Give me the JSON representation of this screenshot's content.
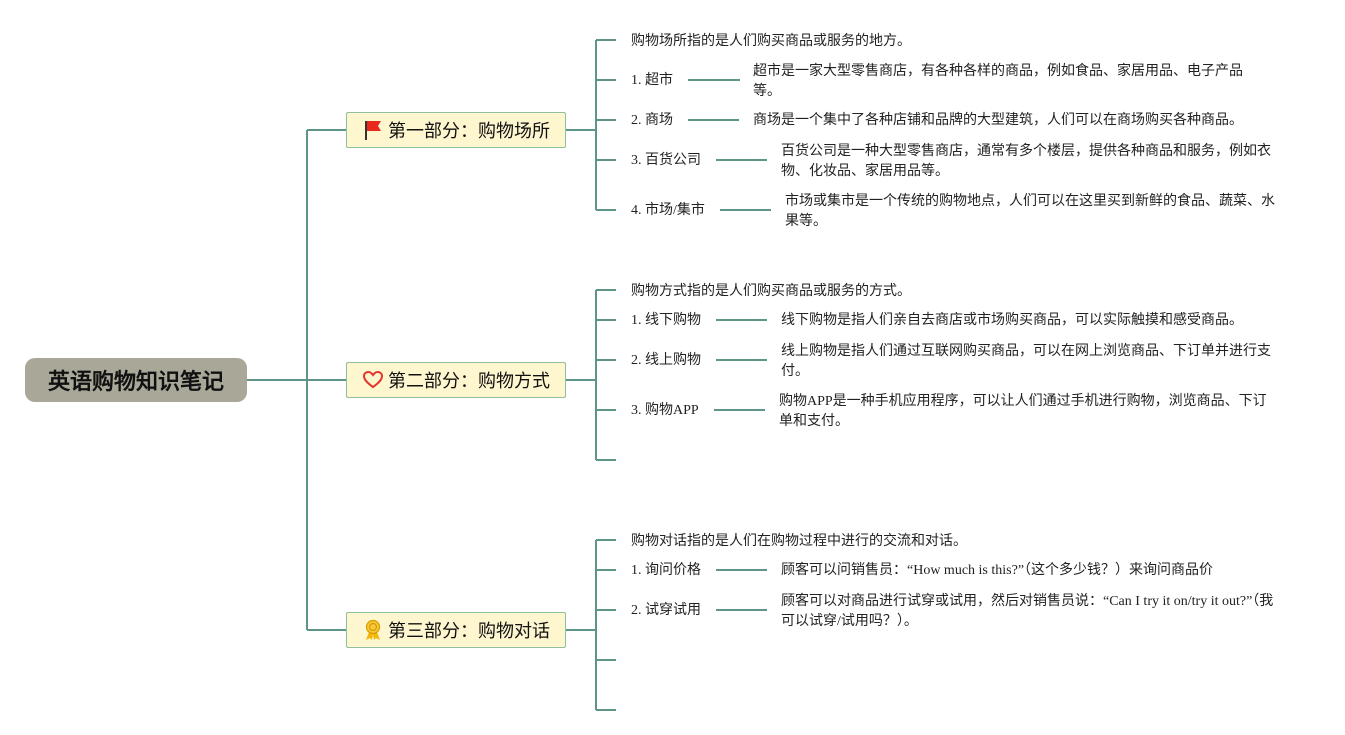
{
  "root": {
    "title": "英语购物知识笔记"
  },
  "sections": [
    {
      "title": "第一部分：购物场所",
      "icon": "red-flag-icon",
      "intro": "购物场所指的是人们购买商品或服务的地方。",
      "items": [
        {
          "label": "1. 超市",
          "desc": "超市是一家大型零售商店，有各种各样的商品，例如食品、家居用品、电子产品等。"
        },
        {
          "label": "2. 商场",
          "desc": "商场是一个集中了各种店铺和品牌的大型建筑，人们可以在商场购买各种商品。"
        },
        {
          "label": "3. 百货公司",
          "desc": "百货公司是一种大型零售商店，通常有多个楼层，提供各种商品和服务，例如衣物、化妆品、家居用品等。"
        },
        {
          "label": "4. 市场/集市",
          "desc": "市场或集市是一个传统的购物地点，人们可以在这里买到新鲜的食品、蔬菜、水果等。"
        }
      ]
    },
    {
      "title": "第二部分：购物方式",
      "icon": "heart-icon",
      "intro": "购物方式指的是人们购买商品或服务的方式。",
      "items": [
        {
          "label": "1. 线下购物",
          "desc": "线下购物是指人们亲自去商店或市场购买商品，可以实际触摸和感受商品。"
        },
        {
          "label": "2. 线上购物",
          "desc": "线上购物是指人们通过互联网购买商品，可以在网上浏览商品、下订单并进行支付。"
        },
        {
          "label": "3. 购物APP",
          "desc": "购物APP是一种手机应用程序，可以让人们通过手机进行购物，浏览商品、下订单和支付。"
        }
      ]
    },
    {
      "title": "第三部分：购物对话",
      "icon": "award-ribbon-icon",
      "intro": "购物对话指的是人们在购物过程中进行的交流和对话。",
      "items": [
        {
          "label": "1. 询问价格",
          "desc": "顾客可以问销售员：“How much is this?”（这个多少钱？）来询问商品价"
        },
        {
          "label": "2. 试穿试用",
          "desc": "顾客可以对商品进行试穿或试用，然后对销售员说：“Can I try it on/try it out?”（我可以试穿/试用吗？）。"
        }
      ]
    }
  ],
  "colors": {
    "line": "#5f9488",
    "root_bg": "#a8a798",
    "section_bg": "#fdf6cf",
    "section_border": "#8fbf9d"
  }
}
